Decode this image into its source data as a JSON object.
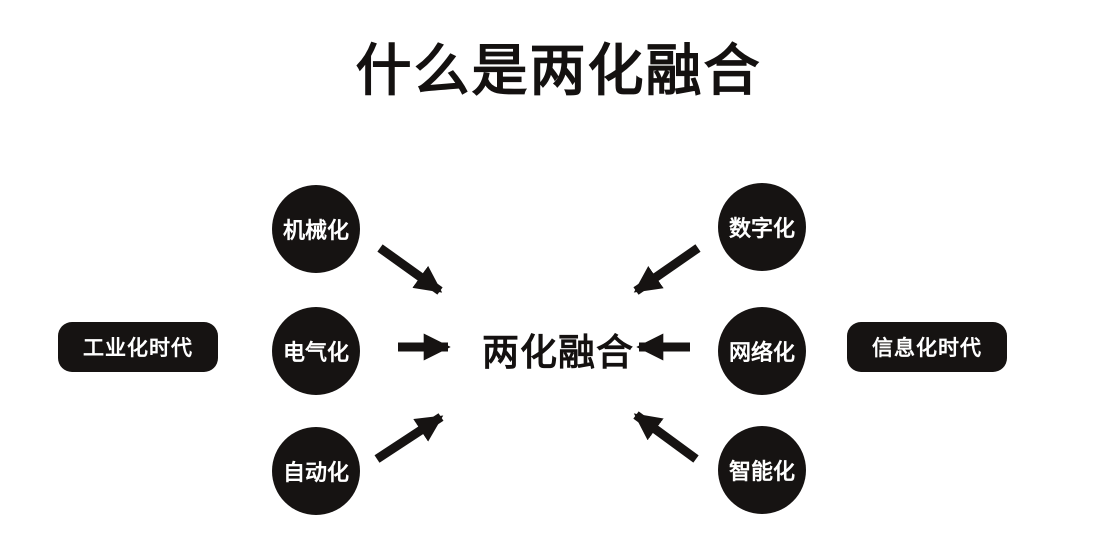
{
  "title": "什么是两化融合",
  "center_label": "两化融合",
  "left_group": {
    "era_label": "工业化时代",
    "nodes": [
      {
        "label": "机械化"
      },
      {
        "label": "电气化"
      },
      {
        "label": "自动化"
      }
    ]
  },
  "right_group": {
    "era_label": "信息化时代",
    "nodes": [
      {
        "label": "数字化"
      },
      {
        "label": "网络化"
      },
      {
        "label": "智能化"
      }
    ]
  },
  "connections": [
    {
      "from": "机械化",
      "to": "两化融合",
      "direction": "down-right"
    },
    {
      "from": "电气化",
      "to": "两化融合",
      "direction": "right"
    },
    {
      "from": "自动化",
      "to": "两化融合",
      "direction": "up-right"
    },
    {
      "from": "数字化",
      "to": "两化融合",
      "direction": "down-left"
    },
    {
      "from": "网络化",
      "to": "两化融合",
      "direction": "left"
    },
    {
      "from": "智能化",
      "to": "两化融合",
      "direction": "up-left"
    }
  ],
  "colors": {
    "ink": "#161312",
    "text_on_dark": "#ffffff",
    "background": "#ffffff"
  }
}
